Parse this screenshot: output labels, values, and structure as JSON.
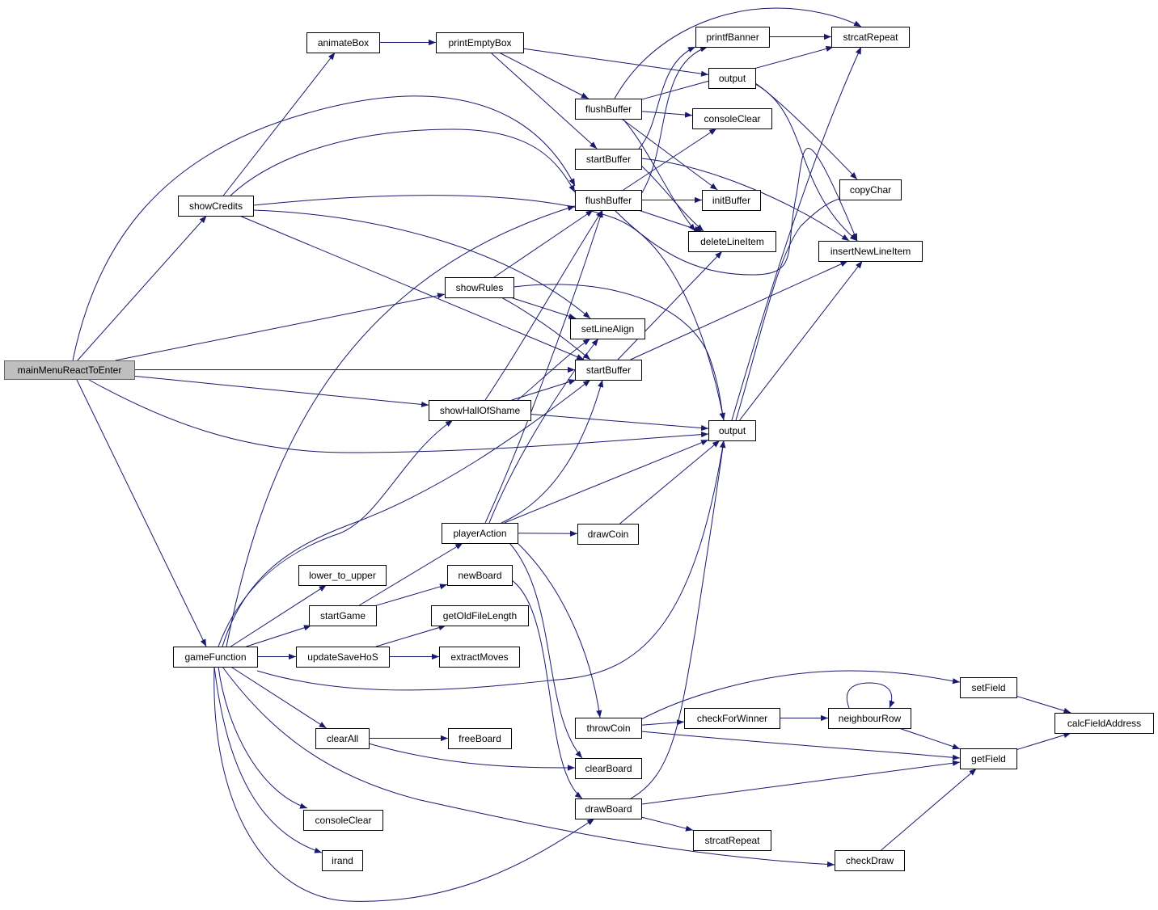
{
  "diagram": {
    "type": "call-graph",
    "colors": {
      "edge": "#191970",
      "root_fill": "#bfbfbf",
      "node_fill": "#ffffff",
      "node_border": "#000000"
    },
    "root": "mainMenuReactToEnter",
    "nodes": [
      {
        "id": "mainMenuReactToEnter",
        "label": "mainMenuReactToEnter",
        "root": true
      },
      {
        "id": "animateBox",
        "label": "animateBox"
      },
      {
        "id": "printEmptyBox",
        "label": "printEmptyBox"
      },
      {
        "id": "printfBanner",
        "label": "printfBanner"
      },
      {
        "id": "strcatRepeat_top",
        "label": "strcatRepeat"
      },
      {
        "id": "output_top",
        "label": "output"
      },
      {
        "id": "flushBuffer_top",
        "label": "flushBuffer"
      },
      {
        "id": "consoleClear_top",
        "label": "consoleClear"
      },
      {
        "id": "startBuffer_top",
        "label": "startBuffer"
      },
      {
        "id": "showCredits",
        "label": "showCredits"
      },
      {
        "id": "flushBuffer_mid",
        "label": "flushBuffer"
      },
      {
        "id": "initBuffer",
        "label": "initBuffer"
      },
      {
        "id": "copyChar",
        "label": "copyChar"
      },
      {
        "id": "deleteLineItem",
        "label": "deleteLineItem"
      },
      {
        "id": "insertNewLineItem",
        "label": "insertNewLineItem"
      },
      {
        "id": "showRules",
        "label": "showRules"
      },
      {
        "id": "setLineAlign",
        "label": "setLineAlign"
      },
      {
        "id": "startBuffer_mid",
        "label": "startBuffer"
      },
      {
        "id": "showHallOfShame",
        "label": "showHallOfShame"
      },
      {
        "id": "output_mid",
        "label": "output"
      },
      {
        "id": "playerAction",
        "label": "playerAction"
      },
      {
        "id": "drawCoin",
        "label": "drawCoin"
      },
      {
        "id": "lower_to_upper",
        "label": "lower_to_upper"
      },
      {
        "id": "newBoard",
        "label": "newBoard"
      },
      {
        "id": "startGame",
        "label": "startGame"
      },
      {
        "id": "getOldFileLength",
        "label": "getOldFileLength"
      },
      {
        "id": "gameFunction",
        "label": "gameFunction"
      },
      {
        "id": "updateSaveHoS",
        "label": "updateSaveHoS"
      },
      {
        "id": "extractMoves",
        "label": "extractMoves"
      },
      {
        "id": "setField",
        "label": "setField"
      },
      {
        "id": "calcFieldAddress",
        "label": "calcFieldAddress"
      },
      {
        "id": "throwCoin",
        "label": "throwCoin"
      },
      {
        "id": "checkForWinner",
        "label": "checkForWinner"
      },
      {
        "id": "neighbourRow",
        "label": "neighbourRow"
      },
      {
        "id": "clearAll",
        "label": "clearAll"
      },
      {
        "id": "freeBoard",
        "label": "freeBoard"
      },
      {
        "id": "clearBoard",
        "label": "clearBoard"
      },
      {
        "id": "getField",
        "label": "getField"
      },
      {
        "id": "drawBoard",
        "label": "drawBoard"
      },
      {
        "id": "consoleClear_bot",
        "label": "consoleClear"
      },
      {
        "id": "strcatRepeat_bot",
        "label": "strcatRepeat"
      },
      {
        "id": "irand",
        "label": "irand"
      },
      {
        "id": "checkDraw",
        "label": "checkDraw"
      }
    ],
    "edges": [
      [
        "mainMenuReactToEnter",
        "showCredits"
      ],
      [
        "mainMenuReactToEnter",
        "flushBuffer_top"
      ],
      [
        "mainMenuReactToEnter",
        "showRules"
      ],
      [
        "mainMenuReactToEnter",
        "startBuffer_mid"
      ],
      [
        "mainMenuReactToEnter",
        "showHallOfShame"
      ],
      [
        "mainMenuReactToEnter",
        "output_mid"
      ],
      [
        "mainMenuReactToEnter",
        "gameFunction"
      ],
      [
        "showCredits",
        "animateBox"
      ],
      [
        "showCredits",
        "flushBuffer_mid"
      ],
      [
        "showCredits",
        "setLineAlign"
      ],
      [
        "showCredits",
        "startBuffer_mid"
      ],
      [
        "showCredits",
        "output_mid"
      ],
      [
        "animateBox",
        "printEmptyBox"
      ],
      [
        "printEmptyBox",
        "output_top"
      ],
      [
        "printEmptyBox",
        "flushBuffer_top"
      ],
      [
        "printEmptyBox",
        "startBuffer_top"
      ],
      [
        "printfBanner",
        "strcatRepeat_top"
      ],
      [
        "flushBuffer_top",
        "printfBanner"
      ],
      [
        "flushBuffer_top",
        "strcatRepeat_top"
      ],
      [
        "flushBuffer_top",
        "consoleClear_top"
      ],
      [
        "flushBuffer_top",
        "initBuffer"
      ],
      [
        "flushBuffer_top",
        "deleteLineItem"
      ],
      [
        "startBuffer_top",
        "printfBanner"
      ],
      [
        "startBuffer_top",
        "insertNewLineItem"
      ],
      [
        "startBuffer_top",
        "deleteLineItem"
      ],
      [
        "flushBuffer_mid",
        "initBuffer"
      ],
      [
        "flushBuffer_mid",
        "consoleClear_top"
      ],
      [
        "flushBuffer_mid",
        "deleteLineItem"
      ],
      [
        "flushBuffer_mid",
        "printfBanner"
      ],
      [
        "flushBuffer_mid",
        "insertNewLineItem"
      ],
      [
        "output_top",
        "copyChar"
      ],
      [
        "output_top",
        "insertNewLineItem"
      ],
      [
        "showRules",
        "flushBuffer_mid"
      ],
      [
        "showRules",
        "setLineAlign"
      ],
      [
        "showRules",
        "startBuffer_mid"
      ],
      [
        "showRules",
        "output_mid"
      ],
      [
        "showHallOfShame",
        "flushBuffer_mid"
      ],
      [
        "showHallOfShame",
        "setLineAlign"
      ],
      [
        "showHallOfShame",
        "startBuffer_mid"
      ],
      [
        "showHallOfShame",
        "output_mid"
      ],
      [
        "startBuffer_mid",
        "deleteLineItem"
      ],
      [
        "startBuffer_mid",
        "insertNewLineItem"
      ],
      [
        "output_mid",
        "copyChar"
      ],
      [
        "output_mid",
        "insertNewLineItem"
      ],
      [
        "output_mid",
        "strcatRepeat_top"
      ],
      [
        "playerAction",
        "flushBuffer_mid"
      ],
      [
        "playerAction",
        "setLineAlign"
      ],
      [
        "playerAction",
        "startBuffer_mid"
      ],
      [
        "playerAction",
        "output_mid"
      ],
      [
        "playerAction",
        "drawCoin"
      ],
      [
        "playerAction",
        "throwCoin"
      ],
      [
        "playerAction",
        "clearBoard"
      ],
      [
        "drawCoin",
        "output_mid"
      ],
      [
        "startGame",
        "playerAction"
      ],
      [
        "startGame",
        "newBoard"
      ],
      [
        "newBoard",
        "drawBoard"
      ],
      [
        "updateSaveHoS",
        "getOldFileLength"
      ],
      [
        "updateSaveHoS",
        "extractMoves"
      ],
      [
        "gameFunction",
        "flushBuffer_mid"
      ],
      [
        "gameFunction",
        "showHallOfShame"
      ],
      [
        "gameFunction",
        "startBuffer_mid"
      ],
      [
        "gameFunction",
        "lower_to_upper"
      ],
      [
        "gameFunction",
        "startGame"
      ],
      [
        "gameFunction",
        "updateSaveHoS"
      ],
      [
        "gameFunction",
        "output_mid"
      ],
      [
        "gameFunction",
        "clearAll"
      ],
      [
        "gameFunction",
        "consoleClear_bot"
      ],
      [
        "gameFunction",
        "irand"
      ],
      [
        "gameFunction",
        "checkDraw"
      ],
      [
        "gameFunction",
        "drawBoard"
      ],
      [
        "clearAll",
        "freeBoard"
      ],
      [
        "clearAll",
        "clearBoard"
      ],
      [
        "throwCoin",
        "setField"
      ],
      [
        "throwCoin",
        "checkForWinner"
      ],
      [
        "throwCoin",
        "getField"
      ],
      [
        "checkForWinner",
        "neighbourRow"
      ],
      [
        "neighbourRow",
        "neighbourRow"
      ],
      [
        "neighbourRow",
        "getField"
      ],
      [
        "setField",
        "calcFieldAddress"
      ],
      [
        "getField",
        "calcFieldAddress"
      ],
      [
        "drawBoard",
        "getField"
      ],
      [
        "drawBoard",
        "strcatRepeat_bot"
      ],
      [
        "drawBoard",
        "output_mid"
      ],
      [
        "checkDraw",
        "getField"
      ]
    ]
  }
}
